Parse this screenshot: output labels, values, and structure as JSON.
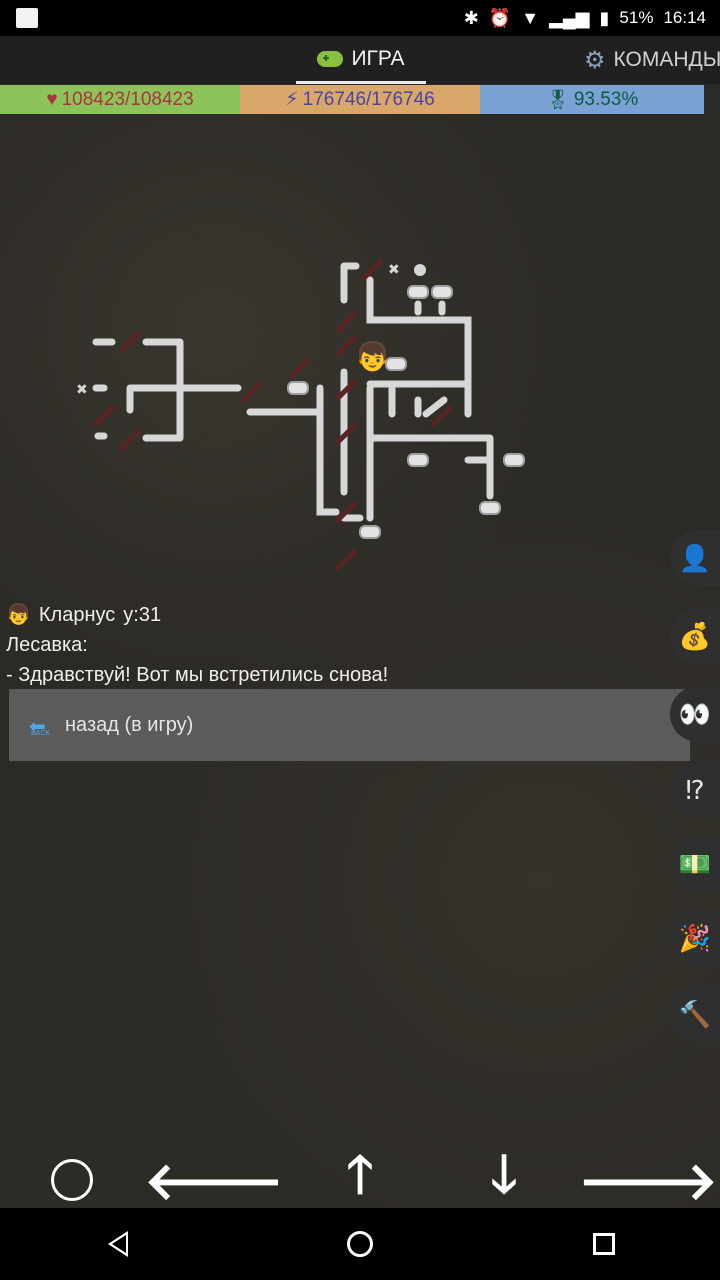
{
  "status": {
    "battery": "51%",
    "time": "16:14"
  },
  "tabs": {
    "game": "ИГРА",
    "teams": "КОМАНДЫ"
  },
  "stats": {
    "hp": "108423/108423",
    "energy": "176746/176746",
    "xp": "93.53%"
  },
  "chat": {
    "player_name": "Кларнус",
    "player_level": "у:31",
    "npc_name": "Лесавка:",
    "message": "- Здравствуй! Вот мы встретились снова!"
  },
  "back_button": {
    "label": "назад (в игру)",
    "icon_text": "BACK"
  },
  "side_buttons": [
    {
      "icon": "person-icon",
      "glyph": "👤"
    },
    {
      "icon": "money-bag-icon",
      "glyph": "💰"
    },
    {
      "icon": "eyes-icon",
      "glyph": "👀"
    },
    {
      "icon": "question-exclamation-icon",
      "glyph": "⁉"
    },
    {
      "icon": "money-icon",
      "glyph": "💵"
    },
    {
      "icon": "party-popper-icon",
      "glyph": "🎉"
    },
    {
      "icon": "hammer-icon",
      "glyph": "🔨"
    }
  ],
  "controls": [
    "circle-icon",
    "arrow-left-icon",
    "arrow-up-icon",
    "arrow-down-icon",
    "arrow-right-icon"
  ],
  "colors": {
    "hp_bg": "#8cc45b",
    "energy_bg": "#d9a76a",
    "xp_bg": "#7aa2d3",
    "button_bg": "#5b5b5b"
  }
}
